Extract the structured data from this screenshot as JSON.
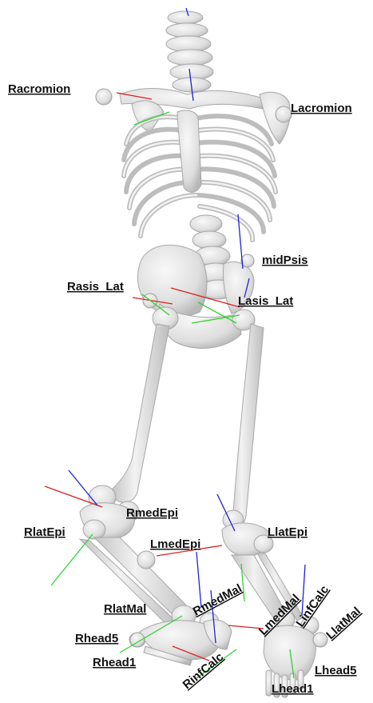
{
  "colors": {
    "bone": "#e6e6e6",
    "bone_shade": "#c9c9c9",
    "bone_edge": "#9c9c9c",
    "axis_x": "#e02020",
    "axis_y": "#2fd32f",
    "axis_z": "#2020d8",
    "label_text": "#111111",
    "spellcheck_underline": "#d42020"
  },
  "landmarks": [
    {
      "id": "Racromion",
      "text": "Racromion"
    },
    {
      "id": "Lacromion",
      "text": "Lacromion"
    },
    {
      "id": "midPsis",
      "text": "midPsis"
    },
    {
      "id": "Rasis_Lat",
      "text": "Rasis_Lat"
    },
    {
      "id": "Lasis_Lat",
      "text": "Lasis_Lat"
    },
    {
      "id": "RlatEpi",
      "text": "RlatEpi"
    },
    {
      "id": "RmedEpi",
      "text": "RmedEpi"
    },
    {
      "id": "LmedEpi",
      "text": "LmedEpi"
    },
    {
      "id": "LlatEpi",
      "text": "LlatEpi"
    },
    {
      "id": "RlatMal",
      "text": "RlatMal"
    },
    {
      "id": "RmedMal",
      "text": "RmedMal"
    },
    {
      "id": "LmedMal",
      "text": "LmedMal"
    },
    {
      "id": "LinfCalc",
      "text": "LinfCalc"
    },
    {
      "id": "LlatMal",
      "text": "LlatMal"
    },
    {
      "id": "Rhead5",
      "text": "Rhead5"
    },
    {
      "id": "Rhead1",
      "text": "Rhead1"
    },
    {
      "id": "RinfCalc",
      "text": "RinfCalc"
    },
    {
      "id": "Lhead5",
      "text": "Lhead5"
    },
    {
      "id": "Lhead1",
      "text": "Lhead1"
    }
  ]
}
